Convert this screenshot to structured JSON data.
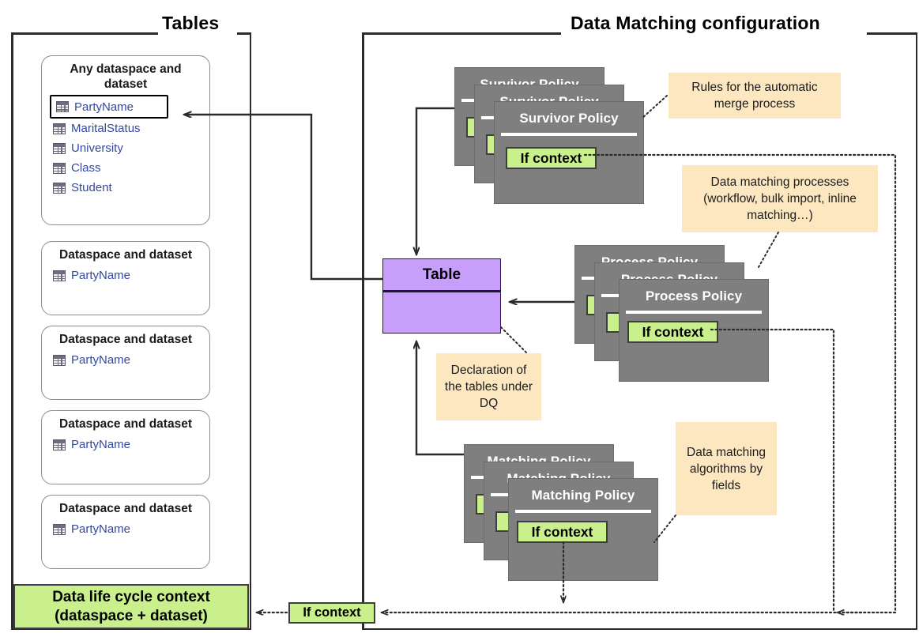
{
  "panels": {
    "left": {
      "title": "Tables"
    },
    "right": {
      "title": "Data Matching configuration"
    }
  },
  "dataspaces": [
    {
      "title": "Any dataspace and dataset",
      "tables": [
        "PartyName",
        "MaritalStatus",
        "University",
        "Class",
        "Student"
      ],
      "highlighted": "PartyName"
    },
    {
      "title": "Dataspace and dataset",
      "tables": [
        "PartyName"
      ]
    },
    {
      "title": "Dataspace and dataset",
      "tables": [
        "PartyName"
      ]
    },
    {
      "title": "Dataspace and dataset",
      "tables": [
        "PartyName"
      ]
    },
    {
      "title": "Dataspace and dataset",
      "tables": [
        "PartyName"
      ]
    }
  ],
  "lifecycle": {
    "line1": "Data life cycle context",
    "line2": "(dataspace + dataset)"
  },
  "entity": {
    "title": "Table"
  },
  "context_label": "If context",
  "policy_stacks": [
    {
      "id": "survivor",
      "title": "Survivor Policy",
      "count": 3,
      "context": "If context"
    },
    {
      "id": "process",
      "title": "Process Policy",
      "count": 3,
      "context": "If context"
    },
    {
      "id": "matching",
      "title": "Matching Policy",
      "count": 3,
      "context": "If context"
    }
  ],
  "notes": [
    {
      "id": "note-survivor",
      "text": "Rules for the automatic merge process"
    },
    {
      "id": "note-process",
      "text": "Data matching processes (workflow, bulk import, inline matching…)"
    },
    {
      "id": "note-declaration",
      "text": "Declaration of the tables under DQ"
    },
    {
      "id": "note-matching",
      "text": "Data matching algorithms by fields"
    }
  ],
  "bottom_context": "If context",
  "colors": {
    "policy_card": "#7f7f7f",
    "entity": "#c79ffa",
    "context_green": "#c9f08d",
    "note_orange": "#fce7c0",
    "table_link": "#33489e",
    "frame": "#2b2b2b"
  }
}
